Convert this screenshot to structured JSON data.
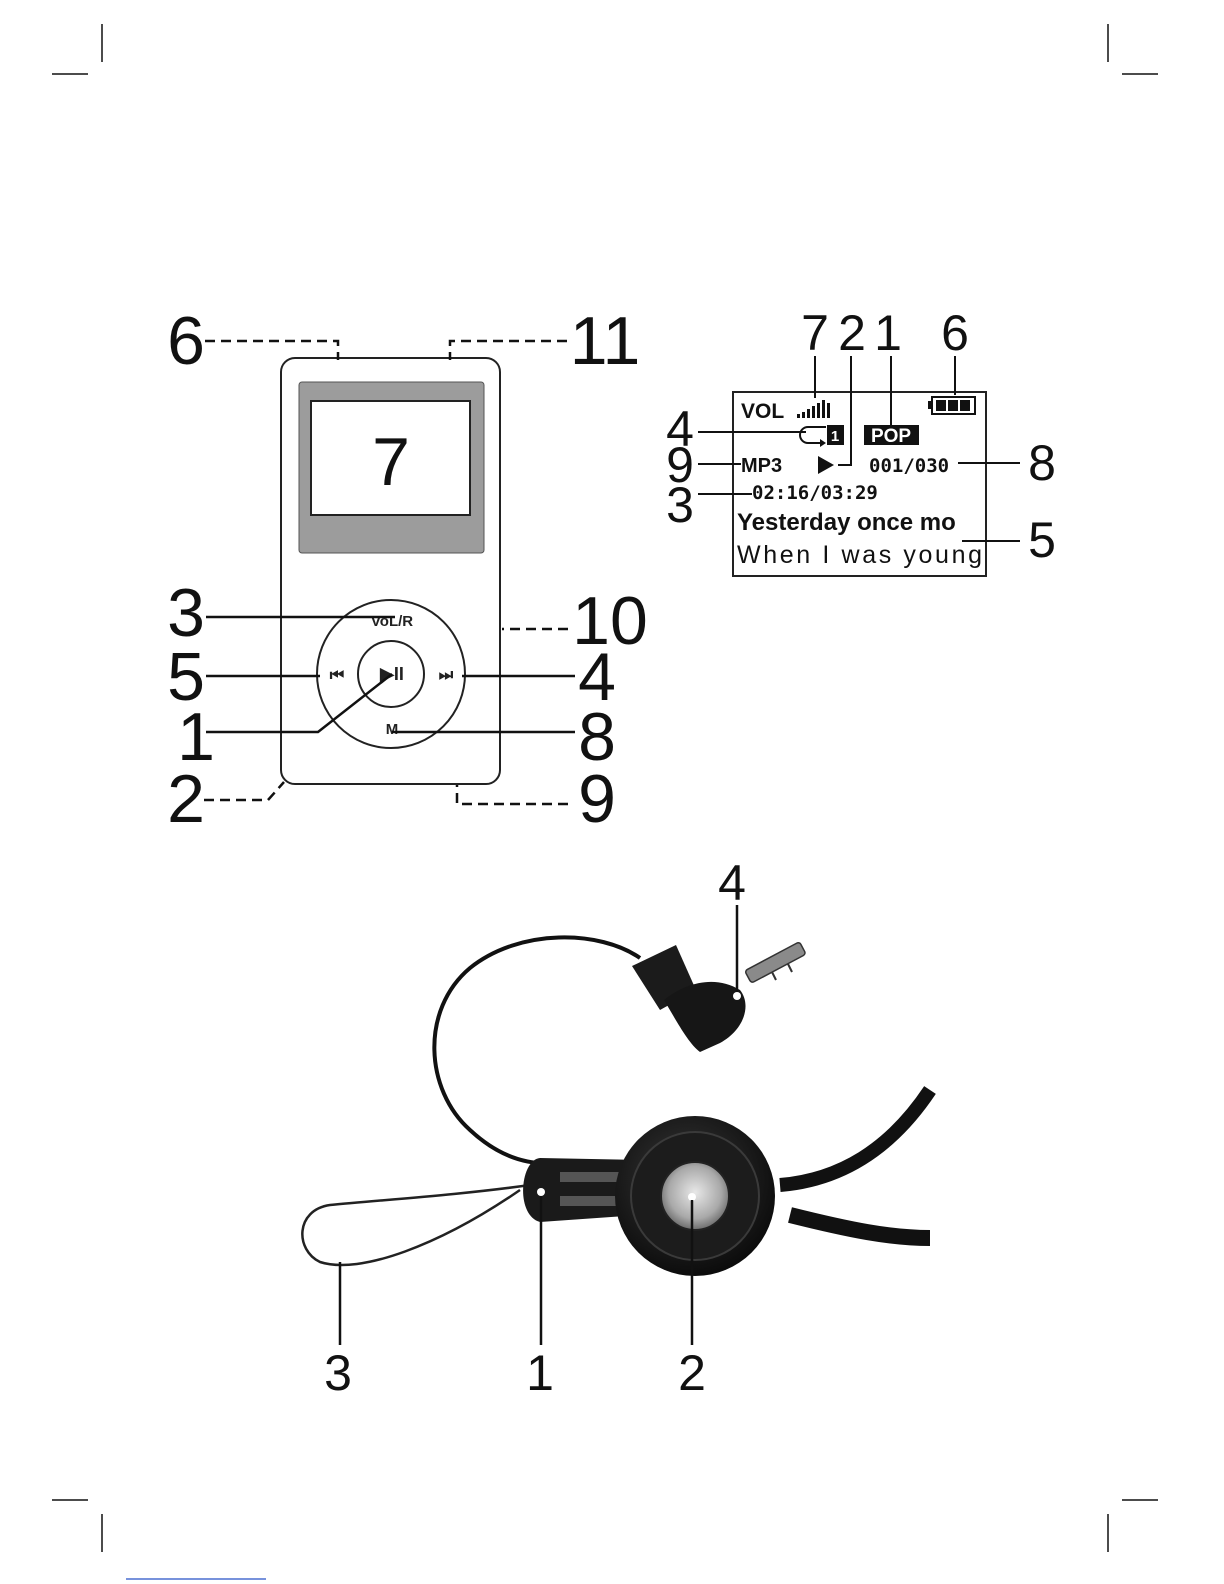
{
  "player_diagram": {
    "screen_number": "7",
    "wheel_labels": {
      "vol": "VoL/R",
      "menu": "M",
      "play": "▶II",
      "prev": "⏮",
      "next": "⏭"
    },
    "callouts": {
      "top_left": "6",
      "top_right": "11",
      "left_1": "3",
      "left_2": "5",
      "left_3": "1",
      "left_4": "2",
      "right_1": "10",
      "right_2": "4",
      "right_3": "8",
      "right_4": "9"
    }
  },
  "lcd_diagram": {
    "vol_label": "VOL",
    "repeat_badge": "1",
    "eq_label": "POP",
    "format": "MP3",
    "track_counter": "001/030",
    "time": "02:16/03:29",
    "title_line": "Yesterday once mo",
    "lyric_line": "When I was young",
    "callouts": {
      "top_1": "7",
      "top_2": "2",
      "top_3": "1",
      "top_4": "6",
      "left_1": "4",
      "left_2": "9",
      "left_3": "3",
      "right_1": "8",
      "right_2": "5"
    }
  },
  "earphone_diagram": {
    "callouts": {
      "plug": "4",
      "strap": "3",
      "clip": "1",
      "button": "2"
    }
  }
}
